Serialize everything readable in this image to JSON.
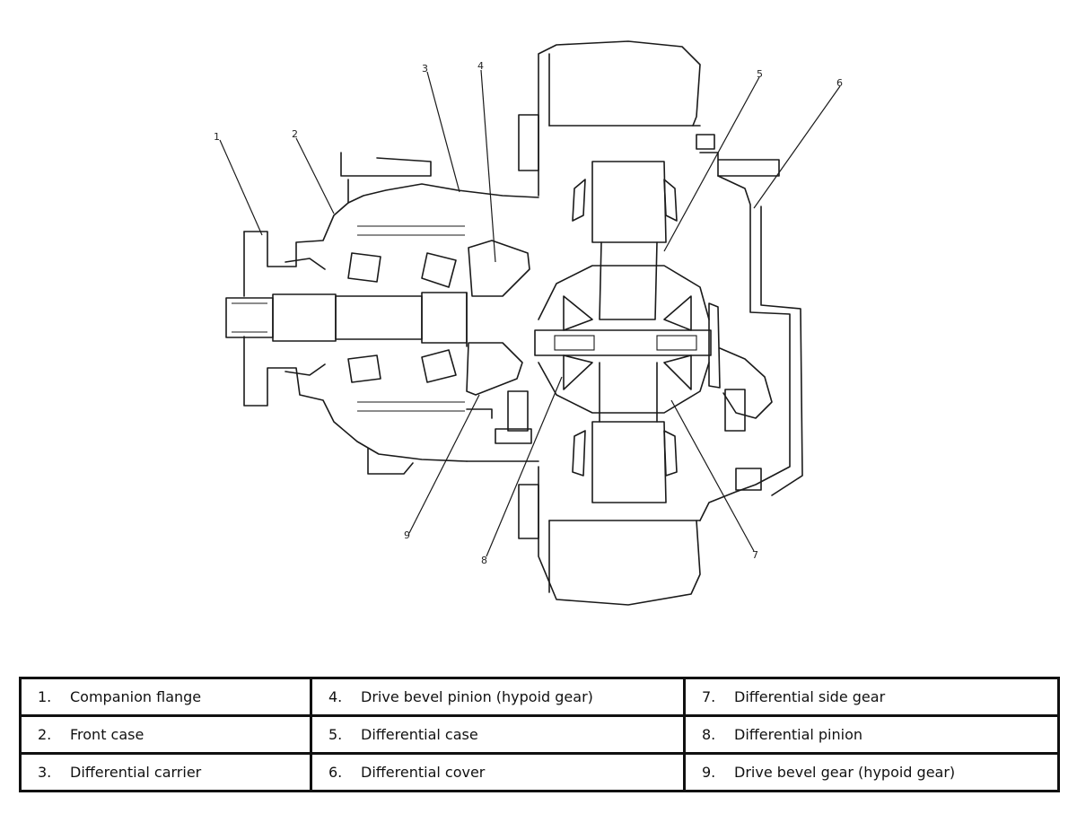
{
  "callouts": [
    "1",
    "2",
    "3",
    "4",
    "5",
    "6",
    "7",
    "8",
    "9"
  ],
  "legend": [
    [
      {
        "num": "1.",
        "label": "Companion flange"
      },
      {
        "num": "4.",
        "label": "Drive bevel pinion (hypoid gear)"
      },
      {
        "num": "7.",
        "label": "Differential side gear"
      }
    ],
    [
      {
        "num": "2.",
        "label": "Front case"
      },
      {
        "num": "5.",
        "label": "Differential case"
      },
      {
        "num": "8.",
        "label": "Differential pinion"
      }
    ],
    [
      {
        "num": "3.",
        "label": "Differential carrier"
      },
      {
        "num": "6.",
        "label": "Differential cover"
      },
      {
        "num": "9.",
        "label": "Drive bevel gear (hypoid gear)"
      }
    ]
  ]
}
